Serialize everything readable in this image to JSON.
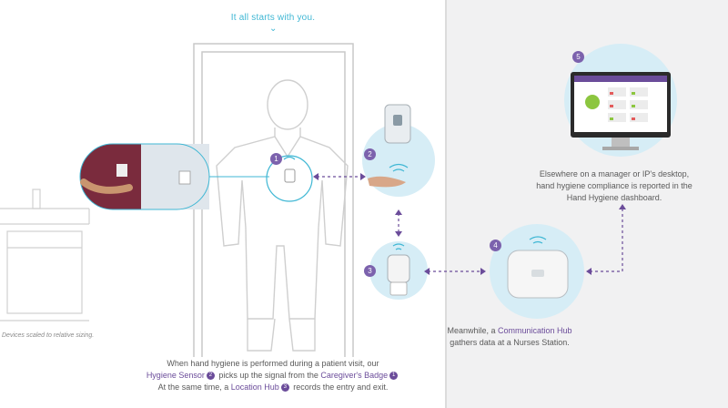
{
  "headline": "It all starts with you.",
  "chevron": "⌄",
  "note": "Devices scaled to relative sizing.",
  "markers": [
    "1",
    "2",
    "3",
    "4",
    "5"
  ],
  "bottom": {
    "line1": "When hand hygiene is performed during a patient visit, our",
    "sensor": "Hygiene Sensor",
    "sensor_num": "2",
    "line2_mid": " picks up the signal from the ",
    "badge": "Caregiver's Badge",
    "badge_num": "1",
    "line3_start": "At the same time, a ",
    "hub": "Location Hub",
    "hub_num": "3",
    "line3_end": " records the entry and exit."
  },
  "dashboard_text": {
    "line1": "Elsewhere on a manager or IP's desktop,",
    "line2": "hand hygiene compliance is reported in the",
    "line3": "Hand Hygiene dashboard."
  },
  "comm_text": {
    "line1_start": "Meanwhile, a ",
    "comm": "Communication Hub",
    "line2": "gathers data at a Nurses Station."
  },
  "colors": {
    "accent": "#3fb7d4",
    "purple": "#6b4c9a",
    "circle": "#d6edf6",
    "line": "#c9c9c9"
  }
}
